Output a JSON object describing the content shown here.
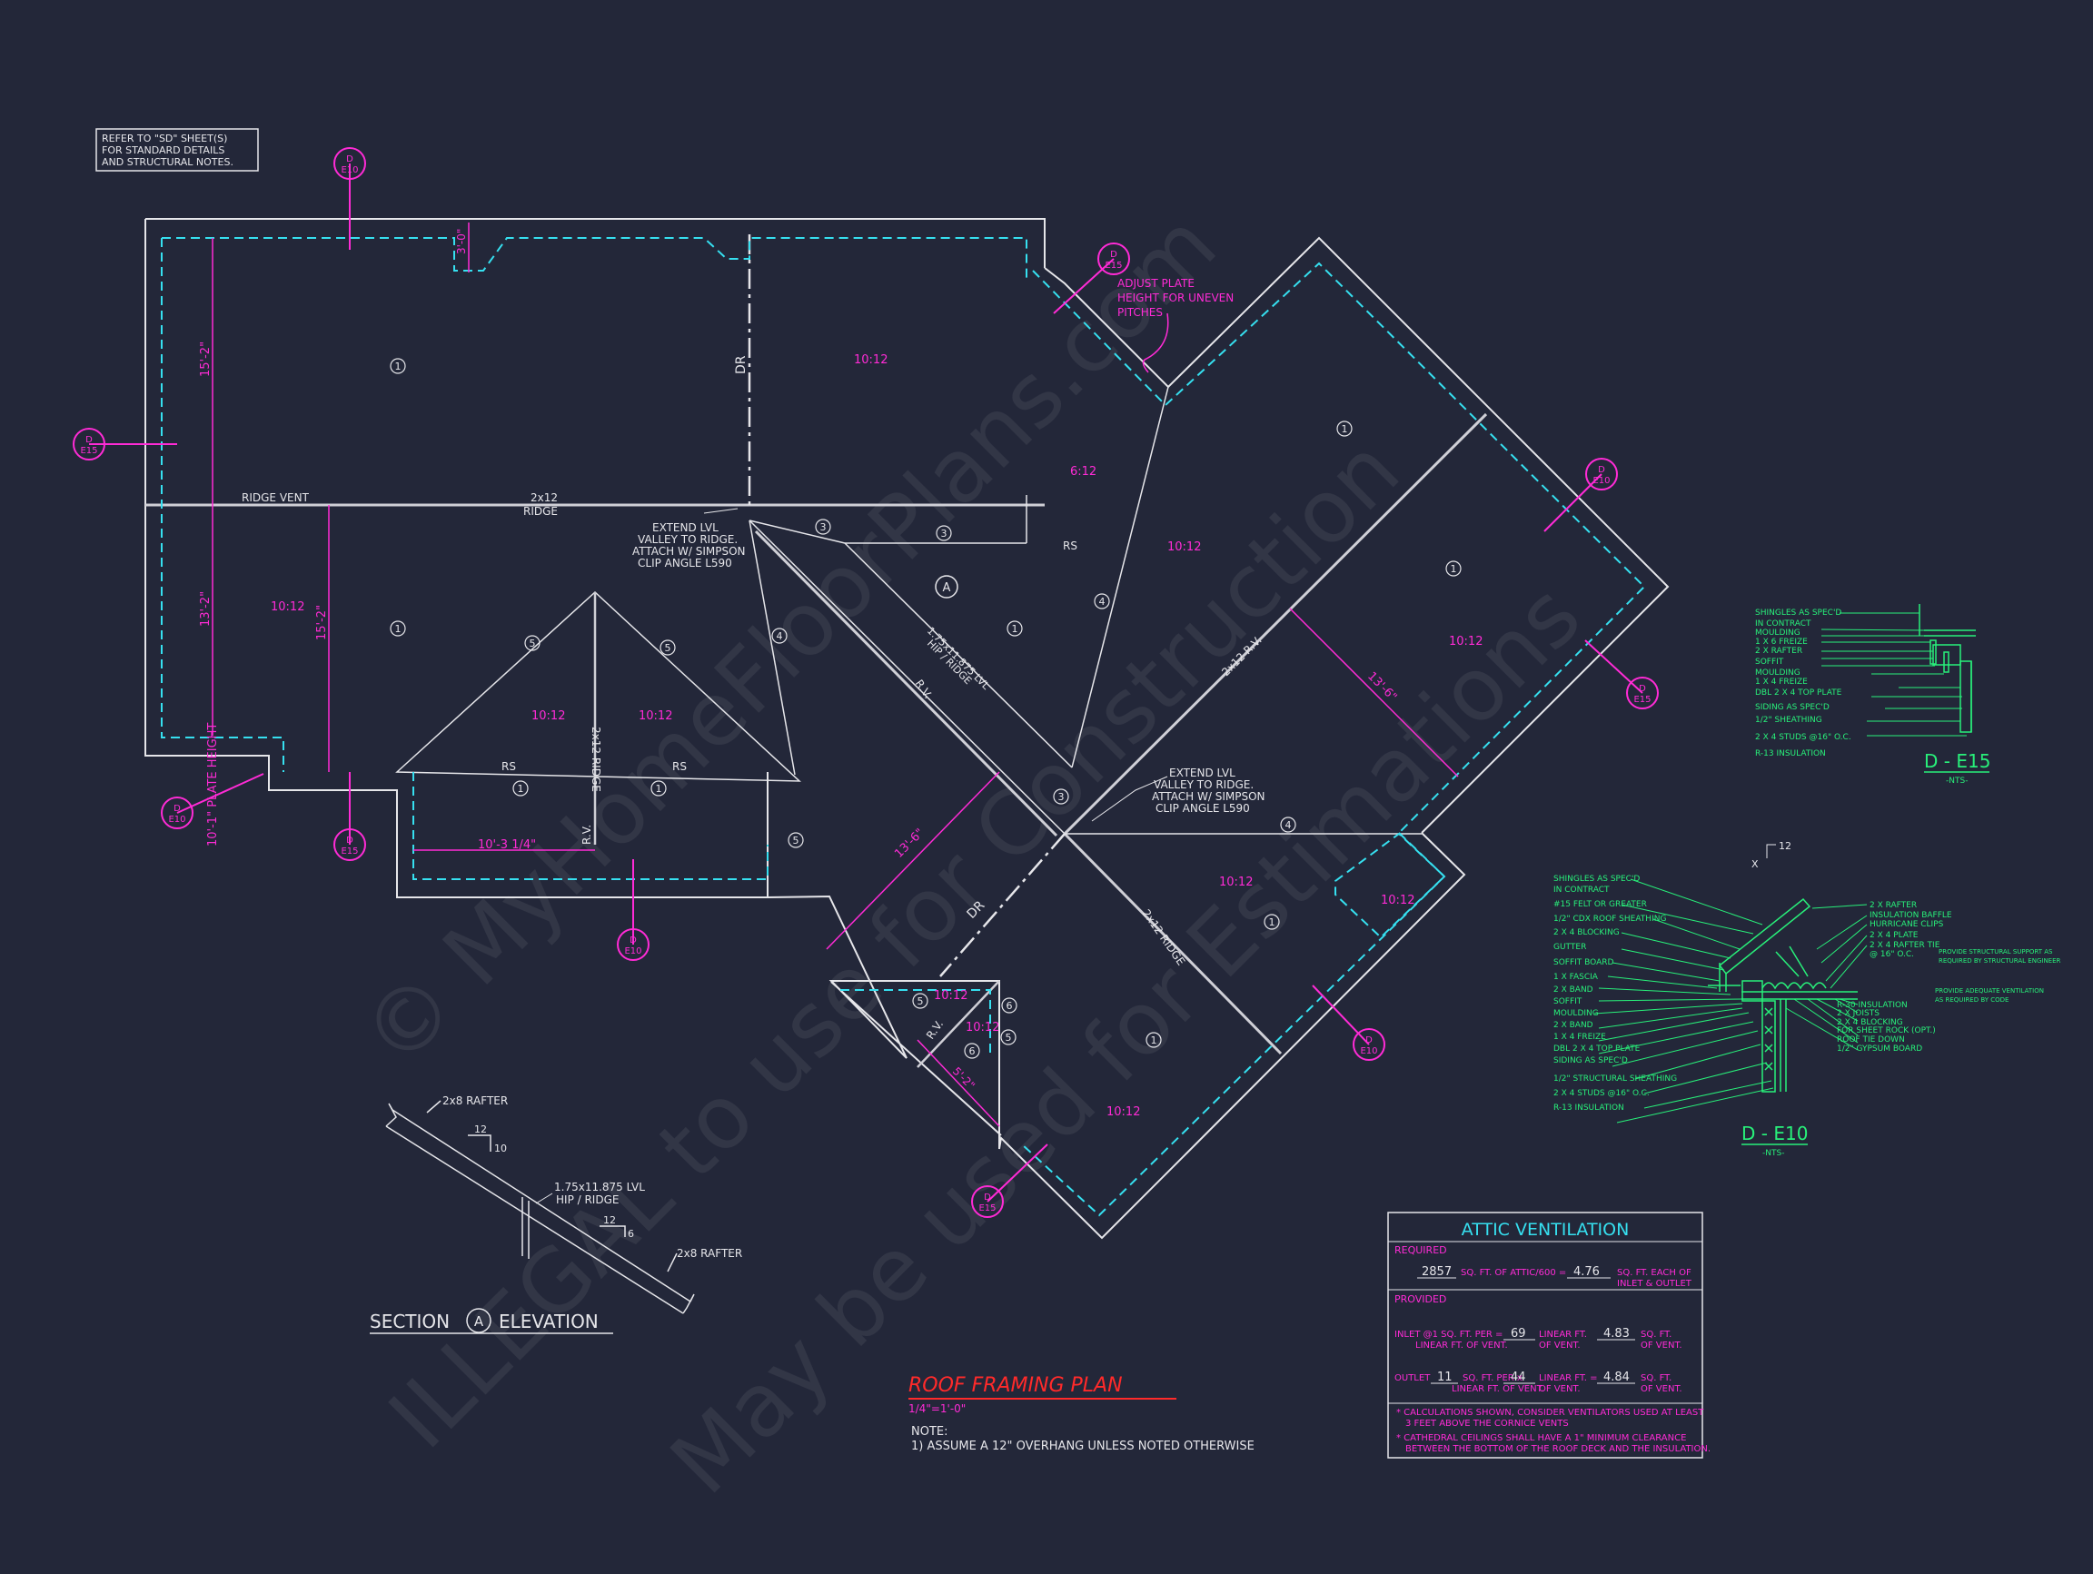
{
  "notes": {
    "refer": [
      "REFER TO \"SD\" SHEET(S)",
      "FOR STANDARD DETAILS",
      "AND STRUCTURAL NOTES."
    ],
    "adjust_plate": [
      "ADJUST PLATE",
      "HEIGHT FOR UNEVEN",
      "PITCHES"
    ],
    "extend_lvl_1": [
      "EXTEND LVL",
      "VALLEY TO RIDGE.",
      "ATTACH W/ SIMPSON",
      "CLIP ANGLE L590"
    ],
    "extend_lvl_2": [
      "EXTEND LVL",
      "VALLEY TO RIDGE.",
      "ATTACH W/ SIMPSON",
      "CLIP ANGLE L590"
    ],
    "lvl_hip": [
      "1.75x11.875 LVL",
      "HIP / RIDGE"
    ]
  },
  "plan_labels": {
    "ridge_vent": "RIDGE VENT",
    "ridge_2x12": [
      "2x12",
      "RIDGE"
    ],
    "ridge_2x12_vertical": "2x12 RIDGE",
    "dr": "DR",
    "rs": "RS",
    "rv": "R.V.",
    "rv_2x12": "2x12 R.V.",
    "pitch_10": "10:12",
    "pitch_6": "6:12",
    "plate_height": "10'-1\" PLATE HEIGHT",
    "dims": [
      "3'-0\"",
      "15'-2\"",
      "13'-2\"",
      "15'-2\"",
      "10'-3 1/4\"",
      "13'-6\"",
      "13'-6\"",
      "5'-2\""
    ],
    "callouts": [
      "1",
      "3",
      "4",
      "5",
      "6"
    ],
    "section_marker": "A"
  },
  "detail_tags": [
    {
      "top": "D",
      "bottom": "E10"
    },
    {
      "top": "D",
      "bottom": "E15"
    },
    {
      "top": "D",
      "bottom": "E10"
    },
    {
      "top": "D",
      "bottom": "E15"
    },
    {
      "top": "D",
      "bottom": "E10"
    },
    {
      "top": "D",
      "bottom": "E15"
    },
    {
      "top": "D",
      "bottom": "E10"
    },
    {
      "top": "D",
      "bottom": "E15"
    },
    {
      "top": "D",
      "bottom": "E10"
    }
  ],
  "section_elevation": {
    "title": "SECTION",
    "marker": "A",
    "title_suffix": "ELEVATION",
    "rafter_top": "2x8 RAFTER",
    "rafter_bottom": "2x8 RAFTER",
    "pitch_a": [
      "12",
      "10"
    ],
    "pitch_b": [
      "12",
      "6"
    ],
    "lvl": [
      "1.75x11.875 LVL",
      "HIP / RIDGE"
    ]
  },
  "title_block": {
    "title": "ROOF FRAMING PLAN",
    "scale": "1/4\"=1'-0\"",
    "note_heading": "NOTE:",
    "note_1": "1) ASSUME A 12\" OVERHANG UNLESS NOTED OTHERWISE"
  },
  "detail_e15": {
    "title": "D - E15",
    "nts": "-NTS-",
    "labels": [
      "SHINGLES AS SPEC'D",
      "IN CONTRACT",
      "MOULDING",
      "1 X 6 FREIZE",
      "2 X    RAFTER",
      "SOFFIT",
      "MOULDING",
      "1 X 4 FREIZE",
      "DBL 2 X 4 TOP PLATE",
      "SIDING AS SPEC'D",
      "1/2\" SHEATHING",
      "2 X 4 STUDS @16\" O.C.",
      "R-13 INSULATION"
    ]
  },
  "detail_e10": {
    "title": "D - E10",
    "nts": "-NTS-",
    "pitch": [
      "12",
      "X"
    ],
    "left_labels": [
      "SHINGLES AS SPEC'D",
      "IN CONTRACT",
      "#15 FELT OR GREATER",
      "1/2\" CDX ROOF SHEATHING",
      "2 X 4 BLOCKING",
      "GUTTER",
      "SOFFIT BOARD",
      "1 X    FASCIA",
      "2 X    BAND",
      "SOFFIT",
      "MOULDING",
      "2 X    BAND",
      "1 X 4 FREIZE",
      "DBL 2 X 4 TOP PLATE",
      "SIDING AS SPEC'D",
      "1/2\" STRUCTURAL SHEATHING",
      "2 X 4 STUDS @16\" O.C.",
      "R-13 INSULATION"
    ],
    "right_labels": [
      "2 X    RAFTER",
      "INSULATION BAFFLE",
      "HURRICANE CLIPS",
      "2 X 4 PLATE",
      "2 X 4 RAFTER TIE",
      "@ 16\" O.C.",
      "R-30 INSULATION",
      "2 X    JOISTS",
      "2 X 4 BLOCKING",
      "FOR SHEET ROCK (OPT.)",
      "ROOF TIE DOWN",
      "1/2\" GYPSUM BOARD"
    ],
    "small_notes": [
      "PROVIDE STRUCTURAL SUPPORT AS",
      "REQUIRED BY STRUCTURAL ENGINEER",
      "PROVIDE ADEQUATE VENTILATION",
      "AS REQUIRED BY CODE"
    ]
  },
  "attic_ventilation": {
    "title": "ATTIC VENTILATION",
    "required_label": "REQUIRED",
    "required_area": "2857",
    "required_text": "SQ. FT. OF ATTIC/600 =",
    "required_result": "4.76",
    "required_unit": [
      "SQ. FT. EACH OF",
      "INLET & OUTLET"
    ],
    "provided_label": "PROVIDED",
    "inlet": {
      "label": "INLET @1 SQ. FT. PER =",
      "label2": "LINEAR FT. OF VENT.",
      "value": "69",
      "unit": "LINEAR FT.",
      "unit2": "OF VENT.",
      "result": "4.83",
      "result_unit": "SQ. FT.",
      "result_unit2": "OF VENT."
    },
    "outlet": {
      "label_pre": "OUTLET",
      "factor": "11",
      "label": "SQ. FT. PER x",
      "label2": "LINEAR FT. OF VENT.",
      "value": "44",
      "unit": "LINEAR FT. =",
      "unit2": "OF VENT.",
      "result": "4.84",
      "result_unit": "SQ. FT.",
      "result_unit2": "OF VENT."
    },
    "notes": [
      "* CALCULATIONS SHOWN, CONSIDER VENTILATORS USED AT LEAST",
      "3 FEET ABOVE THE CORNICE VENTS",
      "* CATHEDRAL CEILINGS SHALL HAVE A 1\" MINIMUM CLEARANCE",
      "BETWEEN THE BOTTOM OF THE ROOF DECK AND THE INSULATION."
    ]
  },
  "watermark": [
    "© MyHomeFloorPlans.com",
    "ILLEGAL to use for Construction",
    "May be used for Estimations"
  ],
  "colors": {
    "background": "#232739",
    "linework": "#e6e6ea",
    "magenta": "#ff2bd6",
    "cyan": "#36e0f0",
    "green": "#28f07a",
    "red": "#ff2a2a"
  }
}
